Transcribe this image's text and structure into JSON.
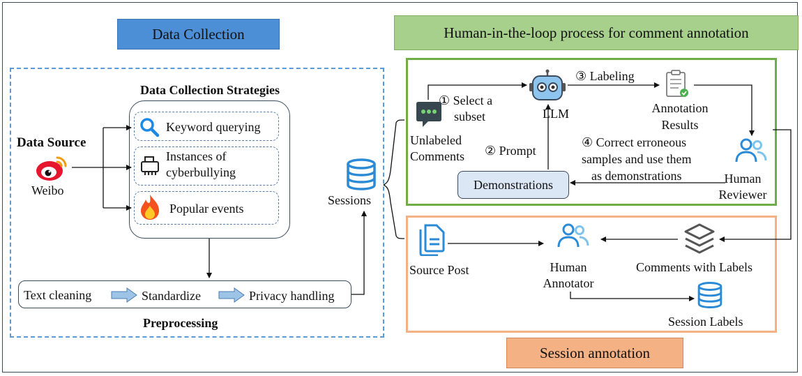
{
  "titles": {
    "data_collection": "Data Collection",
    "hitl": "Human-in-the-loop process for comment annotation",
    "session_annotation": "Session annotation"
  },
  "left": {
    "data_source": "Data Source",
    "weibo": "Weibo",
    "strategies_title": "Data Collection Strategies",
    "strategies": [
      "Keyword querying",
      "Instances of",
      "cyberbullying",
      "Popular events"
    ],
    "preprocessing": [
      "Text cleaning",
      "Standardize",
      "Privacy handling"
    ],
    "preprocessing_title": "Preprocessing",
    "sessions": "Sessions"
  },
  "hitl": {
    "unlabeled": [
      "Unlabeled",
      "Comments"
    ],
    "step1": [
      "① Select a",
      "subset"
    ],
    "llm": "LLM",
    "step3": "③ Labeling",
    "annotation_results": [
      "Annotation",
      "Results"
    ],
    "step2": "② Prompt",
    "step4": [
      "④ Correct erroneous",
      "samples and use them",
      "as demonstrations"
    ],
    "demonstrations": "Demonstrations",
    "reviewer": [
      "Human",
      "Reviewer"
    ]
  },
  "session": {
    "source_post": "Source Post",
    "annotator": [
      "Human",
      "Annotator"
    ],
    "comments_with_labels": "Comments with Labels",
    "session_labels": "Session Labels"
  },
  "colors": {
    "blue": "#4d8fd6",
    "green": "#70ad47",
    "orange": "#f4b183",
    "icon_blue": "#3b8fd9"
  }
}
